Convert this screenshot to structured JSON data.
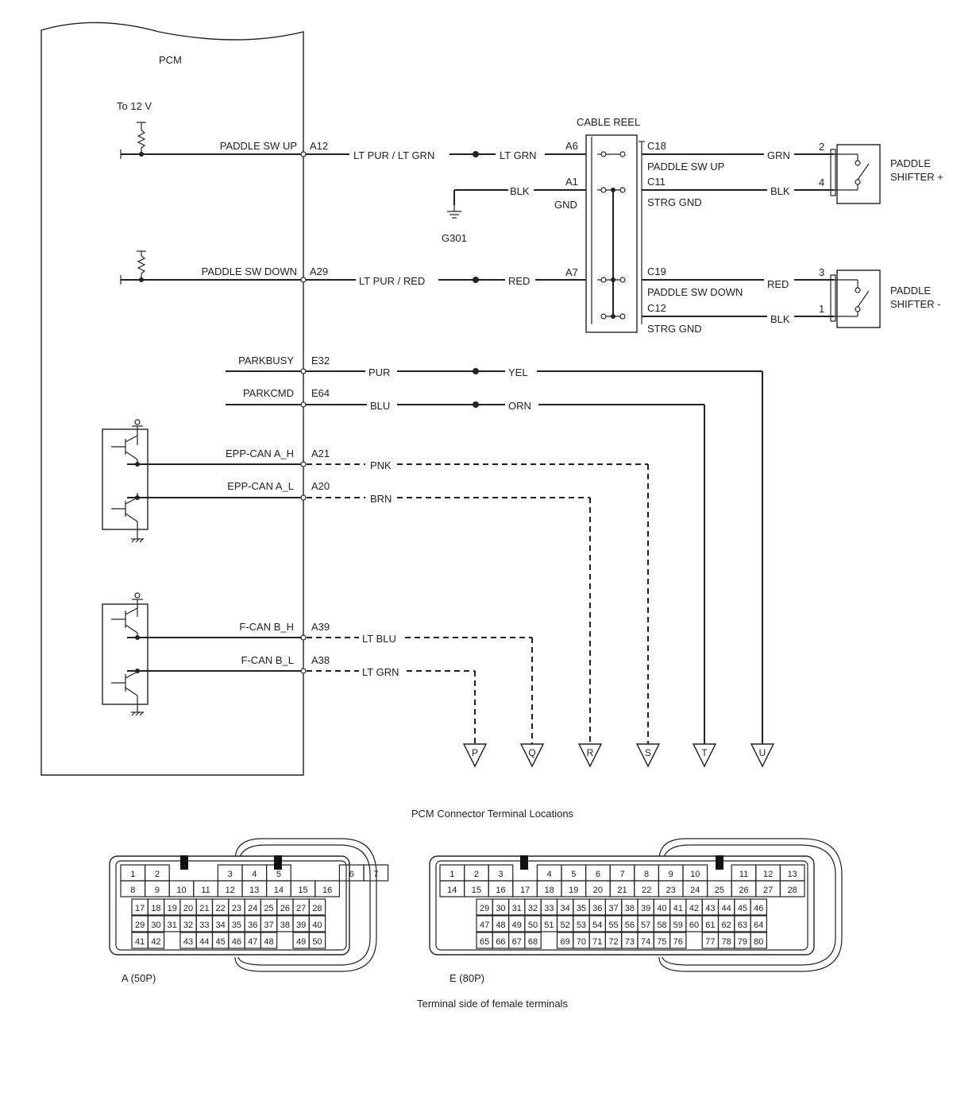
{
  "pcm": {
    "title": "PCM",
    "supply_label": "To 12 V"
  },
  "cable_reel": {
    "title": "CABLE REEL",
    "gnd_label": "GND"
  },
  "ground": {
    "label": "G301"
  },
  "circuits": [
    {
      "id": "paddle_up",
      "pcm_label": "PADDLE SW UP",
      "pin": "A12",
      "wire_left": "LT PUR / LT GRN",
      "wire_right": "LT GRN",
      "reel_in": "A6",
      "reel_out": "C18",
      "reel_label": "PADDLE SW UP",
      "out_wire": "GRN",
      "sw_pin": "2"
    },
    {
      "id": "gnd_up",
      "wire_in": "BLK",
      "reel_in": "A1",
      "reel_out": "C11",
      "reel_label": "STRG GND",
      "out_wire": "BLK",
      "sw_pin": "4"
    },
    {
      "id": "paddle_down",
      "pcm_label": "PADDLE SW DOWN",
      "pin": "A29",
      "wire_left": "LT PUR / RED",
      "wire_right": "RED",
      "reel_in": "A7",
      "reel_out": "C19",
      "reel_label": "PADDLE SW DOWN",
      "out_wire": "RED",
      "sw_pin": "3"
    },
    {
      "id": "gnd_down",
      "reel_out": "C12",
      "reel_label": "STRG GND",
      "out_wire": "BLK",
      "sw_pin": "1"
    },
    {
      "id": "parkbusy",
      "pcm_label": "PARKBUSY",
      "pin": "E32",
      "wire_left": "PUR",
      "wire_right": "YEL",
      "dest": "U"
    },
    {
      "id": "parkcmd",
      "pcm_label": "PARKCMD",
      "pin": "E64",
      "wire_left": "BLU",
      "wire_right": "ORN",
      "dest": "T"
    },
    {
      "id": "epp_h",
      "pcm_label": "EPP-CAN A_H",
      "pin": "A21",
      "wire": "PNK",
      "dest": "S"
    },
    {
      "id": "epp_l",
      "pcm_label": "EPP-CAN A_L",
      "pin": "A20",
      "wire": "BRN",
      "dest": "R"
    },
    {
      "id": "fcan_h",
      "pcm_label": "F-CAN B_H",
      "pin": "A39",
      "wire": "LT BLU",
      "dest": "Q"
    },
    {
      "id": "fcan_l",
      "pcm_label": "F-CAN B_L",
      "pin": "A38",
      "wire": "LT GRN",
      "dest": "P"
    }
  ],
  "paddle_plus": {
    "line1": "PADDLE",
    "line2": "SHIFTER +"
  },
  "paddle_minus": {
    "line1": "PADDLE",
    "line2": "SHIFTER -"
  },
  "connector_section": {
    "title": "PCM Connector Terminal Locations",
    "footer": "Terminal side of female terminals",
    "connector_a": {
      "label": "A (50P)",
      "rows": [
        [
          "1",
          "2",
          "",
          "",
          "3",
          "4",
          "5",
          "",
          "",
          "6",
          "7"
        ],
        [
          "8",
          "9",
          "10",
          "11",
          "12",
          "13",
          "14",
          "15",
          "16"
        ],
        [
          "17",
          "18",
          "19",
          "20",
          "21",
          "22",
          "23",
          "24",
          "25",
          "26",
          "27",
          "28"
        ],
        [
          "29",
          "30",
          "31",
          "32",
          "33",
          "34",
          "35",
          "36",
          "37",
          "38",
          "39",
          "40"
        ],
        [
          "41",
          "42",
          "",
          "43",
          "44",
          "45",
          "46",
          "47",
          "48",
          "",
          "49",
          "50"
        ]
      ]
    },
    "connector_e": {
      "label": "E (80P)",
      "rows": [
        [
          "1",
          "2",
          "3",
          "",
          "4",
          "5",
          "6",
          "7",
          "8",
          "9",
          "10",
          "",
          "11",
          "12",
          "13"
        ],
        [
          "14",
          "15",
          "16",
          "17",
          "18",
          "19",
          "20",
          "21",
          "22",
          "23",
          "24",
          "25",
          "26",
          "27",
          "28"
        ],
        [
          "29",
          "30",
          "31",
          "32",
          "33",
          "34",
          "35",
          "36",
          "37",
          "38",
          "39",
          "40",
          "41",
          "42",
          "43",
          "44",
          "45",
          "46"
        ],
        [
          "47",
          "48",
          "49",
          "50",
          "51",
          "52",
          "53",
          "54",
          "55",
          "56",
          "57",
          "58",
          "59",
          "60",
          "61",
          "62",
          "63",
          "64"
        ],
        [
          "65",
          "66",
          "67",
          "68",
          "",
          "69",
          "70",
          "71",
          "72",
          "73",
          "74",
          "75",
          "76",
          "",
          "77",
          "78",
          "79",
          "80"
        ]
      ]
    }
  }
}
